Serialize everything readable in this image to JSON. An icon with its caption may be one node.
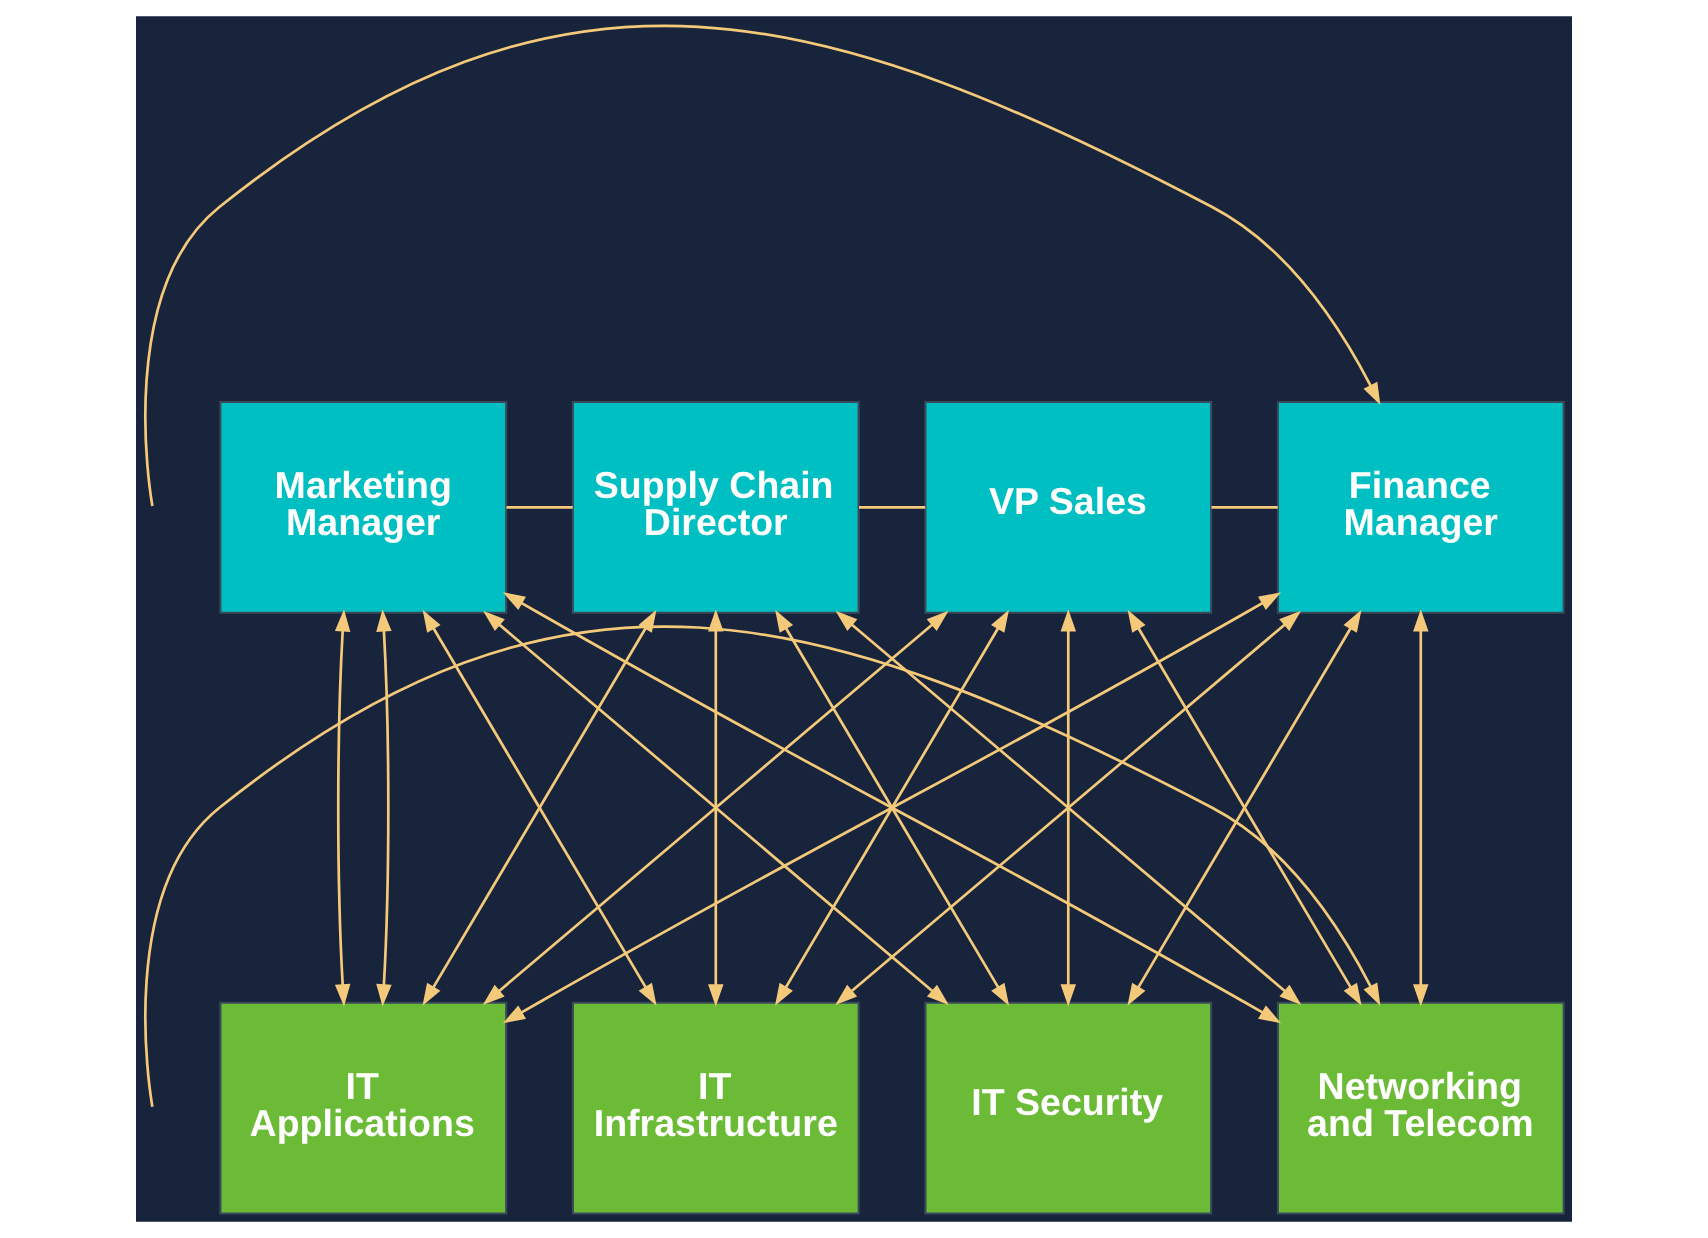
{
  "diagram": {
    "nodes": [
      {
        "text": [
          "Marketing Manager"
        ]
      },
      {
        "text": [
          "Supply Chain Director"
        ]
      },
      {
        "text": [
          "VP Sales"
        ]
      },
      {
        "text": [
          "Finance Manager"
        ]
      },
      {
        "text": [
          "IT Applications"
        ]
      },
      {
        "text": [
          "IT Infrastructure"
        ]
      },
      {
        "text": [
          "IT Security"
        ]
      },
      {
        "text": [
          "Networking and Telecom"
        ]
      }
    ],
    "edges": [
      {
        "from": 0,
        "to": 1,
        "arrow": "none"
      },
      {
        "from": 1,
        "to": 2,
        "arrow": "none"
      },
      {
        "from": 2,
        "to": 3,
        "arrow": "none"
      },
      {
        "from": 0,
        "to": 4,
        "arrow": "both"
      },
      {
        "from": 0,
        "to": 5,
        "arrow": "both"
      },
      {
        "from": 0,
        "to": 6,
        "arrow": "both"
      },
      {
        "from": 0,
        "to": 7,
        "arrow": "both"
      },
      {
        "from": 1,
        "to": 4,
        "arrow": "both"
      },
      {
        "from": 1,
        "to": 5,
        "arrow": "both"
      },
      {
        "from": 1,
        "to": 6,
        "arrow": "both"
      },
      {
        "from": 1,
        "to": 7,
        "arrow": "both"
      },
      {
        "from": 2,
        "to": 4,
        "arrow": "both"
      },
      {
        "from": 2,
        "to": 5,
        "arrow": "both"
      },
      {
        "from": 2,
        "to": 6,
        "arrow": "both"
      },
      {
        "from": 2,
        "to": 7,
        "arrow": "both"
      },
      {
        "from": 3,
        "to": 4,
        "arrow": "both"
      },
      {
        "from": 3,
        "to": 5,
        "arrow": "both"
      },
      {
        "from": 3,
        "to": 6,
        "arrow": "both"
      },
      {
        "from": 3,
        "to": 7,
        "arrow": "both"
      },
      {
        "from": 0,
        "to": 4,
        "arrow": "both"
      },
      {
        "from": null,
        "to": 3,
        "arrow": "to"
      },
      {
        "from": null,
        "to": 7,
        "arrow": "to"
      }
    ]
  }
}
